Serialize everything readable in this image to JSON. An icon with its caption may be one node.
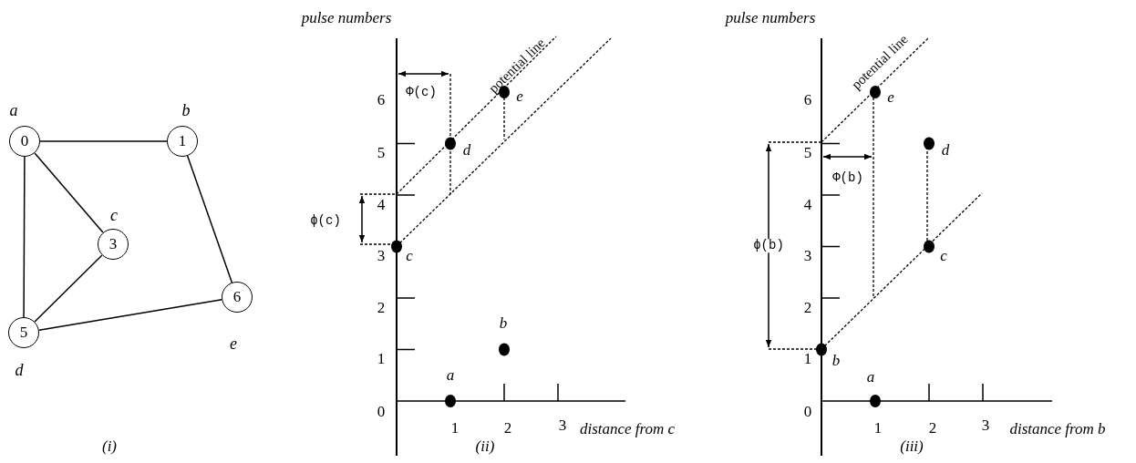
{
  "diagram": {
    "nodes": [
      {
        "text": [
          "0"
        ],
        "beside": [
          "a"
        ]
      },
      {
        "text": [
          "1"
        ],
        "beside": [
          "b"
        ]
      },
      {
        "text": [
          "3"
        ],
        "beside": [
          "c"
        ]
      },
      {
        "text": [
          "5"
        ],
        "beside": [
          "d"
        ]
      },
      {
        "text": [
          "6"
        ],
        "beside": [
          "e"
        ]
      }
    ],
    "edges": [
      {
        "from": 0,
        "to": 1,
        "arrow": "none"
      },
      {
        "from": 0,
        "to": 2,
        "arrow": "none"
      },
      {
        "from": 0,
        "to": 3,
        "arrow": "none"
      },
      {
        "from": 2,
        "to": 3,
        "arrow": "none"
      },
      {
        "from": 1,
        "to": 4,
        "arrow": "none"
      },
      {
        "from": 3,
        "to": 4,
        "arrow": "none"
      }
    ],
    "labels": [
      "(i)",
      "pulse numbers",
      "potential line",
      "Φ(c)",
      "6",
      "e",
      "5",
      "d",
      "4",
      "ϕ(c)",
      "3",
      "c",
      "2",
      "b",
      "1",
      "a",
      "0",
      "1",
      "2",
      "3",
      "distance from c",
      "(ii)",
      "pulse numbers",
      "potential line",
      "6",
      "e",
      "5",
      "d",
      "Φ(b)",
      "4",
      "ϕ(b)",
      "3",
      "c",
      "2",
      "1",
      "b",
      "a",
      "0",
      "1",
      "2",
      "3",
      "distance from b",
      "(iii)"
    ]
  }
}
